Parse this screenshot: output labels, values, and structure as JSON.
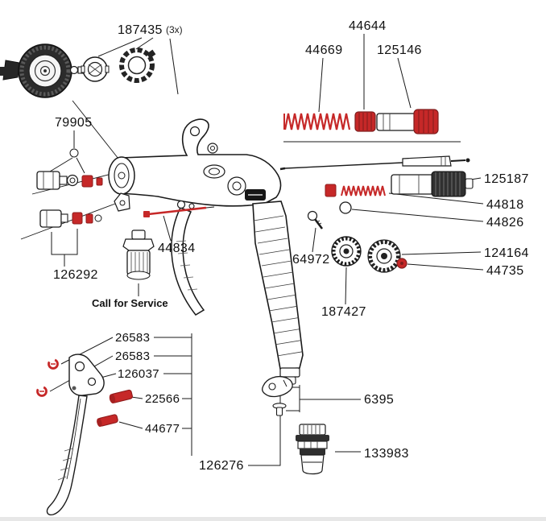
{
  "diagram": {
    "kind": "spray-gun-exploded-parts-diagram",
    "accent_color": "#c62828",
    "line_color": "#1a1a1a"
  },
  "labels": {
    "p187435": "187435",
    "p187435_qty": "(3x)",
    "p79905": "79905",
    "p44644": "44644",
    "p44669": "44669",
    "p125146": "125146",
    "p125187": "125187",
    "p44818": "44818",
    "p44826": "44826",
    "p124164": "124164",
    "p44735": "44735",
    "p44834": "44834",
    "p64972": "64972",
    "p126292": "126292",
    "call_for_service": "Call for Service",
    "p187427": "187427",
    "p26583_a": "26583",
    "p26583_b": "26583",
    "p126037": "126037",
    "p22566": "22566",
    "p44677": "44677",
    "p126276": "126276",
    "p6395": "6395",
    "p133983": "133983"
  }
}
